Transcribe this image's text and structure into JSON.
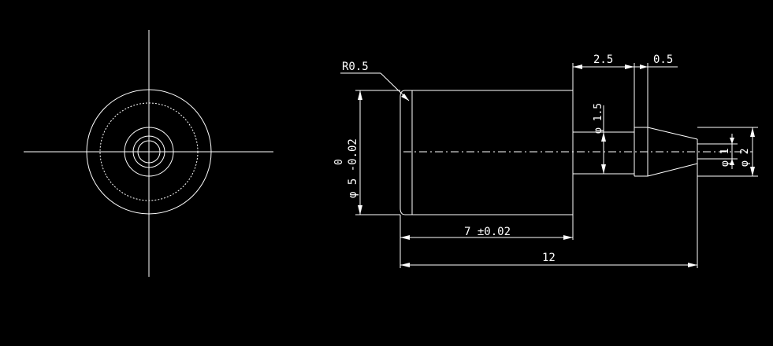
{
  "drawing": {
    "background": "#000000",
    "line_color": "#ffffff"
  },
  "dims": {
    "r05": "R0.5",
    "len_2_5": "2.5",
    "len_0_5": "0.5",
    "dia_1_5": "φ 1.5",
    "dia_5_main": "φ 5 -0.02",
    "dia_5_upper": "0",
    "len_7": "7 ±0.02",
    "len_12": "12",
    "dia_1": "φ 1",
    "dia_2": "φ 2"
  }
}
